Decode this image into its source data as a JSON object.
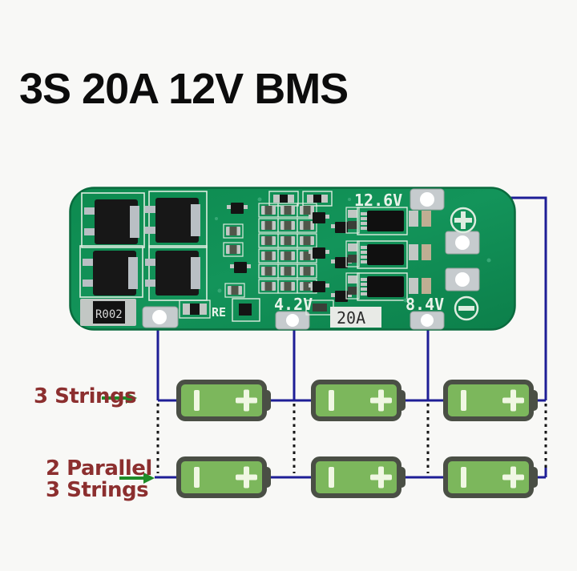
{
  "title": "3S 20A 12V BMS",
  "board": {
    "silkscreen": {
      "pack_voltage": "12.6V",
      "cell1_tap_voltage": "4.2V",
      "cell2_tap_voltage": "8.4V",
      "current_rating": "20A",
      "shunt_resistor": "R002",
      "re_label": "RE"
    }
  },
  "wiring_diagram": {
    "series_label": "3 Strings",
    "parallel_label_line1": "2 Parallel",
    "parallel_label_line2": "3 Strings",
    "strings_per_row": 3,
    "parallel_rows": 2
  },
  "colors": {
    "wire_blue": "#1e1e96",
    "dotted_black": "#151515",
    "battery_green": "#7cb75c",
    "battery_border": "#4a4f45",
    "battery_symbol": "#f0f7e3",
    "pcb_green": "#0f8f55",
    "silkscreen_white": "#ddecdf",
    "label_maroon": "#8c2f2f",
    "arrow_green": "#1e8c28",
    "background": "#f8f8f6"
  }
}
